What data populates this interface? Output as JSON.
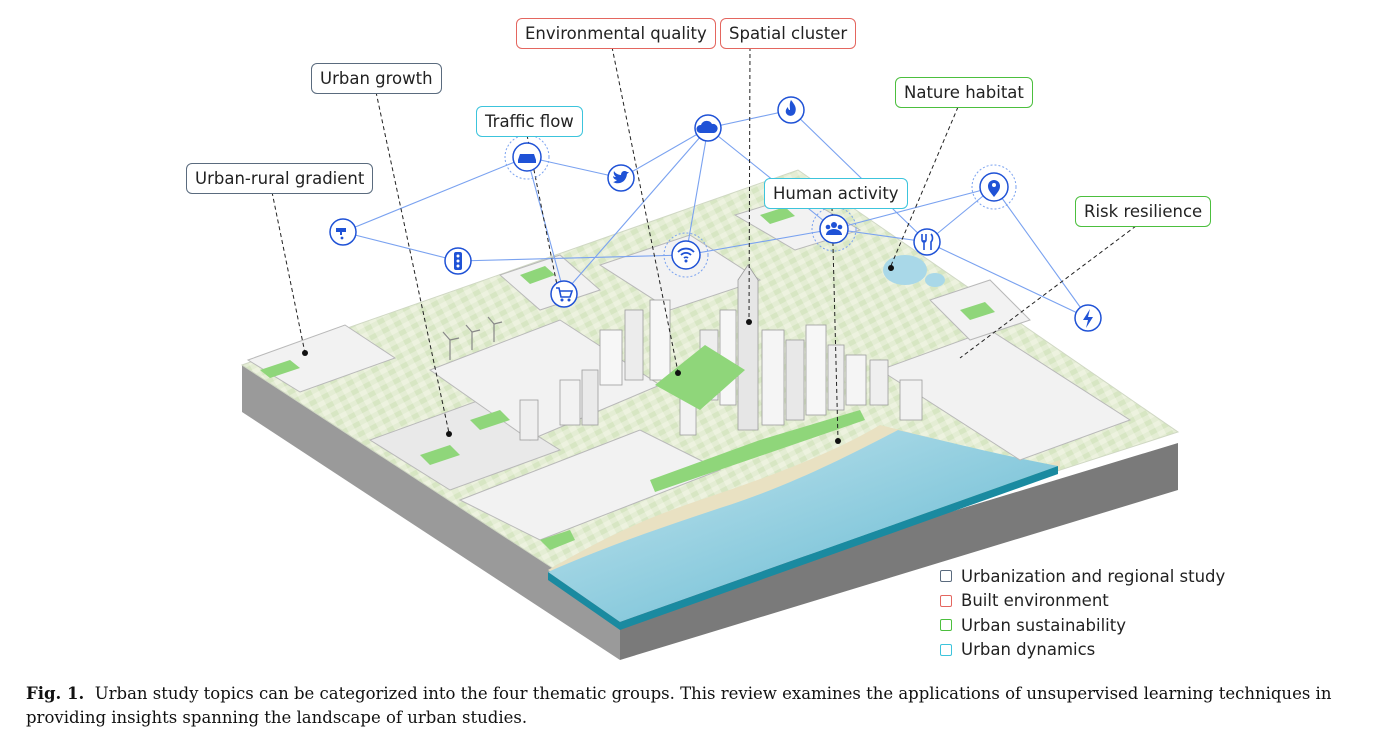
{
  "labels": {
    "environmental_quality": "Environmental quality",
    "spatial_cluster": "Spatial cluster",
    "urban_growth": "Urban growth",
    "nature_habitat": "Nature habitat",
    "traffic_flow": "Traffic flow",
    "urban_rural_gradient": "Urban-rural gradient",
    "human_activity": "Human activity",
    "risk_resilience": "Risk resilience"
  },
  "legend": [
    {
      "label": "Urbanization and regional study",
      "color": "#5a6b7e"
    },
    {
      "label": "Built environment",
      "color": "#e4665f"
    },
    {
      "label": "Urban sustainability",
      "color": "#4cbf3e"
    },
    {
      "label": "Urban dynamics",
      "color": "#3cc4dc"
    }
  ],
  "icons": [
    "water-tap-icon",
    "car-icon",
    "traffic-light-icon",
    "twitter-icon",
    "cloud-icon",
    "fire-icon",
    "wifi-icon",
    "shopping-cart-icon",
    "people-icon",
    "location-pin-icon",
    "fork-knife-icon",
    "lightning-icon",
    "wind-turbine-icon"
  ],
  "caption": {
    "label": "Fig. 1.",
    "text": "Urban study topics can be categorized into the four thematic groups. This review examines the applications of unsupervised learning techniques in providing insights spanning the landscape of urban studies."
  },
  "colors": {
    "icon_blue": "#1f52d6",
    "network_line": "#7aa2f0",
    "water": "#7fc4d8",
    "water_edge": "#1a8aa0",
    "land": "#e2ecd2",
    "green_space": "#8fd67a"
  }
}
